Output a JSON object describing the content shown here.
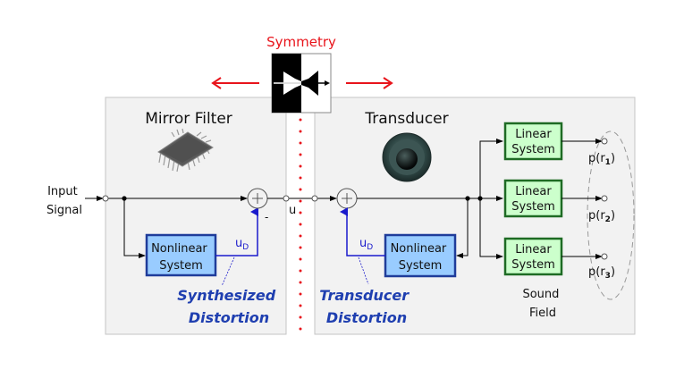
{
  "symmetry": {
    "label": "Symmetry",
    "color": "#e8141b"
  },
  "input": {
    "line1": "Input",
    "line2": "Signal"
  },
  "mirror_filter": {
    "title": "Mirror Filter",
    "icon": "chip-icon",
    "nonlinear": {
      "line1": "Nonlinear",
      "line2": "System"
    },
    "ud_label": "u",
    "ud_sub": "D",
    "minus_sign": "-",
    "caption": {
      "line1": "Synthesized",
      "line2": "Distortion"
    }
  },
  "u_label": "u",
  "transducer": {
    "title": "Transducer",
    "icon": "speaker-icon",
    "nonlinear": {
      "line1": "Nonlinear",
      "line2": "System"
    },
    "ud_label": "u",
    "ud_sub": "D",
    "caption": {
      "line1": "Transducer",
      "line2": "Distortion"
    }
  },
  "linear_systems": [
    {
      "line1": "Linear",
      "line2": "System",
      "output": "p(r",
      "sub": "1",
      "close": ")"
    },
    {
      "line1": "Linear",
      "line2": "System",
      "output": "p(r",
      "sub": "2",
      "close": ")"
    },
    {
      "line1": "Linear",
      "line2": "System",
      "output": "p(r",
      "sub": "3",
      "close": ")"
    }
  ],
  "sound_field": {
    "line1": "Sound",
    "line2": "Field"
  },
  "colors": {
    "panel_bg": "#f2f2f2",
    "panel_border": "#bfbfbf",
    "nonlinear_fill": "#99ccff",
    "nonlinear_border": "#1f3c9a",
    "linear_fill": "#ccffcc",
    "linear_border": "#1e6b24",
    "distortion_text": "#1f3fb0",
    "signal_blue": "#1a1acc",
    "red": "#e8141b"
  }
}
